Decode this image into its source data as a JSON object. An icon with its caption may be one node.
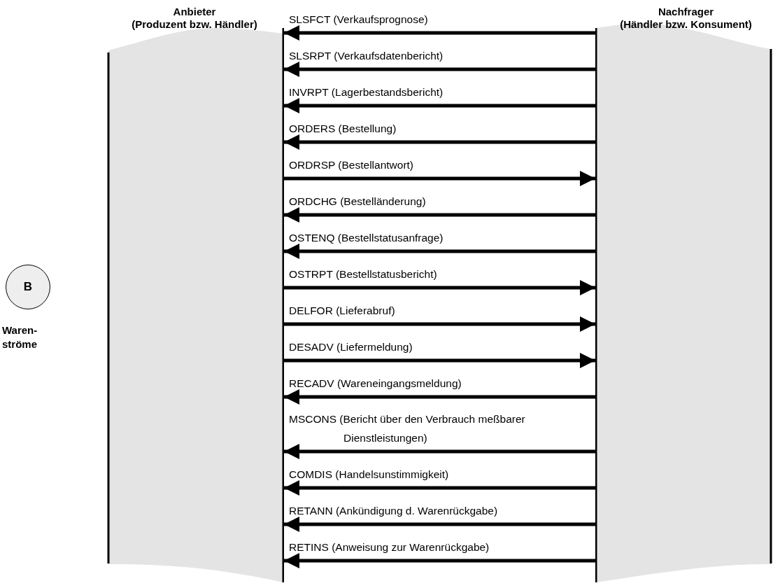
{
  "diagram": {
    "nodes": [
      {
        "text": [
          "Anbieter",
          "(Produzent bzw. Händler)"
        ]
      },
      {
        "text": [
          "Nachfrager",
          "(Händler bzw. Konsument)"
        ]
      },
      {
        "text": [
          "B"
        ],
        "beside": [
          "Waren- ströme"
        ]
      }
    ],
    "edges": [
      {
        "from": 1,
        "to": 0,
        "arrow": "to",
        "label": "SLSFCT (Verkaufsprognose)"
      },
      {
        "from": 1,
        "to": 0,
        "arrow": "to",
        "label": "SLSRPT (Verkaufsdatenbericht)"
      },
      {
        "from": 1,
        "to": 0,
        "arrow": "to",
        "label": "INVRPT (Lagerbestandsbericht)"
      },
      {
        "from": 1,
        "to": 0,
        "arrow": "to",
        "label": "ORDERS (Bestellung)"
      },
      {
        "from": 0,
        "to": 1,
        "arrow": "to",
        "label": "ORDRSP (Bestellantwort)"
      },
      {
        "from": 1,
        "to": 0,
        "arrow": "to",
        "label": "ORDCHG (Bestelländerung)"
      },
      {
        "from": 1,
        "to": 0,
        "arrow": "to",
        "label": "OSTENQ (Bestellstatusanfrage)"
      },
      {
        "from": 0,
        "to": 1,
        "arrow": "to",
        "label": "OSTRPT (Bestellstatusbericht)"
      },
      {
        "from": 0,
        "to": 1,
        "arrow": "to",
        "label": "DELFOR (Lieferabruf)"
      },
      {
        "from": 0,
        "to": 1,
        "arrow": "to",
        "label": "DESADV (Liefermeldung)"
      },
      {
        "from": 1,
        "to": 0,
        "arrow": "to",
        "label": "RECADV (Wareneingangsmeldung)"
      },
      {
        "from": 1,
        "to": 0,
        "arrow": "to",
        "label": "MSCONS (Bericht über den Verbrauch meßbarer Dienstleistungen)"
      },
      {
        "from": 1,
        "to": 0,
        "arrow": "to",
        "label": "COMDIS (Handelsunstimmigkeit)"
      },
      {
        "from": 1,
        "to": 0,
        "arrow": "to",
        "label": "RETANN (Ankündigung d. Warenrückgabe)"
      },
      {
        "from": 1,
        "to": 0,
        "arrow": "to",
        "label": "RETINS (Anweisung zur Warenrückgabe)"
      }
    ]
  }
}
